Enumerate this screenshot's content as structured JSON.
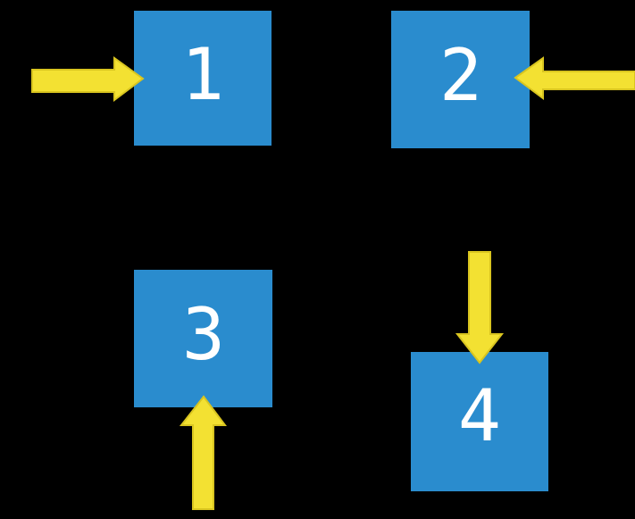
{
  "colors": {
    "background": "#000000",
    "box_fill": "#2a8cce",
    "arrow_fill": "#f3e132",
    "arrow_outline": "#d9c51f",
    "label_text": "#ffffff"
  },
  "boxes": [
    {
      "label": "1"
    },
    {
      "label": "2"
    },
    {
      "label": "3"
    },
    {
      "label": "4"
    }
  ],
  "arrows": [
    {
      "icon": "arrow-right-icon",
      "direction": "right",
      "points_at_box": "1"
    },
    {
      "icon": "arrow-left-icon",
      "direction": "left",
      "points_at_box": "2"
    },
    {
      "icon": "arrow-up-icon",
      "direction": "up",
      "points_at_box": "3"
    },
    {
      "icon": "arrow-down-icon",
      "direction": "down",
      "points_at_box": "4"
    }
  ]
}
